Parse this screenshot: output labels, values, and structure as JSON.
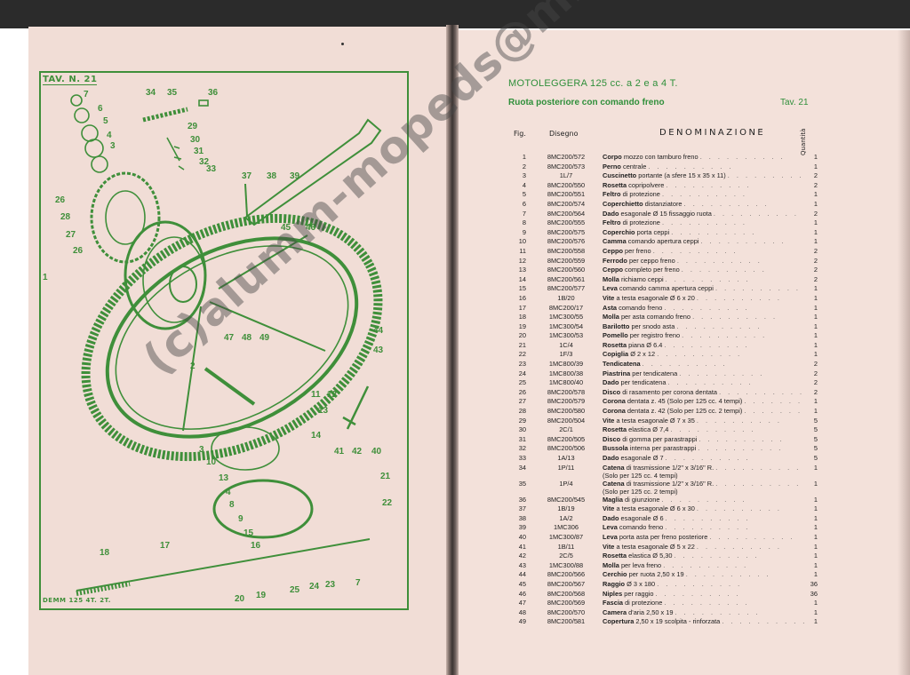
{
  "left_page": {
    "tav_label": "TAV. N. 21",
    "bottom_label": "DEMM 125 4T. 2T.",
    "callouts": [
      "7",
      "6",
      "5",
      "4",
      "3",
      "34",
      "35",
      "36",
      "29",
      "30",
      "31",
      "32",
      "33",
      "37",
      "38",
      "39",
      "26",
      "28",
      "27",
      "26",
      "1",
      "45",
      "46",
      "47",
      "48",
      "49",
      "44",
      "2",
      "43",
      "11",
      "12",
      "13",
      "14",
      "3",
      "10",
      "13",
      "41",
      "42",
      "40",
      "4",
      "8",
      "21",
      "9",
      "22",
      "15",
      "16",
      "18",
      "17",
      "20",
      "19",
      "25",
      "24",
      "23",
      "7"
    ]
  },
  "right_page": {
    "title": "MOTOLEGGERA 125 cc. a 2 e a 4 T.",
    "subtitle": "Ruota posteriore con comando freno",
    "tav": "Tav. 21",
    "headers": {
      "fig": "Fig.",
      "disegno": "Disegno",
      "denominazione": "DENOMINAZIONE",
      "quantita": "Quantità"
    },
    "rows": [
      {
        "fig": "1",
        "dis": "8MC200/572",
        "bold": "Corpo",
        "rest": "mozzo con tamburo freno",
        "qty": "1"
      },
      {
        "fig": "2",
        "dis": "8MC200/573",
        "bold": "Perno",
        "rest": "centrale",
        "qty": "1"
      },
      {
        "fig": "3",
        "dis": "1L/7",
        "bold": "Cuscinetto",
        "rest": "portante (a sfere 15 x 35 x 11)",
        "qty": "2"
      },
      {
        "fig": "4",
        "dis": "8MC200/550",
        "bold": "Rosetta",
        "rest": "copripolvere",
        "qty": "2"
      },
      {
        "fig": "5",
        "dis": "8MC200/551",
        "bold": "Feltro",
        "rest": "di protezione",
        "qty": "1"
      },
      {
        "fig": "6",
        "dis": "8MC200/574",
        "bold": "Coperchietto",
        "rest": "distanziatore",
        "qty": "1"
      },
      {
        "fig": "7",
        "dis": "8MC200/564",
        "bold": "Dado",
        "rest": "esagonale Ø 15 fissaggio ruota",
        "qty": "2"
      },
      {
        "fig": "8",
        "dis": "8MC200/555",
        "bold": "Feltro",
        "rest": "di protezione",
        "qty": "1"
      },
      {
        "fig": "9",
        "dis": "8MC200/575",
        "bold": "Coperchio",
        "rest": "porta ceppi",
        "qty": "1"
      },
      {
        "fig": "10",
        "dis": "8MC200/576",
        "bold": "Camma",
        "rest": "comando apertura ceppi",
        "qty": "1"
      },
      {
        "fig": "11",
        "dis": "8MC200/558",
        "bold": "Ceppo",
        "rest": "per freno",
        "qty": "2"
      },
      {
        "fig": "12",
        "dis": "8MC200/559",
        "bold": "Ferrodo",
        "rest": "per ceppo freno",
        "qty": "2"
      },
      {
        "fig": "13",
        "dis": "8MC200/560",
        "bold": "Ceppo",
        "rest": "completo per freno",
        "qty": "2"
      },
      {
        "fig": "14",
        "dis": "8MC200/561",
        "bold": "Molla",
        "rest": "richiamo ceppi",
        "qty": "2"
      },
      {
        "fig": "15",
        "dis": "8MC200/577",
        "bold": "Leva",
        "rest": "comando camma apertura ceppi",
        "qty": "1"
      },
      {
        "fig": "16",
        "dis": "1B/20",
        "bold": "Vite",
        "rest": "a testa esagonale Ø 6 x 20",
        "qty": "1"
      },
      {
        "fig": "17",
        "dis": "8MC200/17",
        "bold": "Asta",
        "rest": "comando freno",
        "qty": "1"
      },
      {
        "fig": "18",
        "dis": "1MC300/55",
        "bold": "Molla",
        "rest": "per asta comando freno",
        "qty": "1"
      },
      {
        "fig": "19",
        "dis": "1MC300/54",
        "bold": "Barilotto",
        "rest": "per snodo asta",
        "qty": "1"
      },
      {
        "fig": "20",
        "dis": "1MC300/53",
        "bold": "Pomello",
        "rest": "per registro freno",
        "qty": "1"
      },
      {
        "fig": "21",
        "dis": "1C/4",
        "bold": "Rosetta",
        "rest": "piana Ø 6.4",
        "qty": "1"
      },
      {
        "fig": "22",
        "dis": "1F/3",
        "bold": "Copiglia",
        "rest": "Ø 2 x 12",
        "qty": "1"
      },
      {
        "fig": "23",
        "dis": "1MC800/39",
        "bold": "Tendicatena",
        "rest": "",
        "qty": "2"
      },
      {
        "fig": "24",
        "dis": "1MC800/38",
        "bold": "Piastrina",
        "rest": "per tendicatena",
        "qty": "2"
      },
      {
        "fig": "25",
        "dis": "1MC800/40",
        "bold": "Dado",
        "rest": "per tendicatena",
        "qty": "2"
      },
      {
        "fig": "26",
        "dis": "8MC200/578",
        "bold": "Disco",
        "rest": "di rasamento per corona dentata",
        "qty": "2"
      },
      {
        "fig": "27",
        "dis": "8MC200/579",
        "bold": "Corona",
        "rest": "dentata z. 45 (Solo per 125 cc. 4 tempi)",
        "qty": "1"
      },
      {
        "fig": "28",
        "dis": "8MC200/580",
        "bold": "Corona",
        "rest": "dentata z. 42 (Solo per 125 cc. 2 tempi)",
        "qty": "1"
      },
      {
        "fig": "29",
        "dis": "8MC200/504",
        "bold": "Vite",
        "rest": "a testa esagonale Ø 7 x 35",
        "qty": "5"
      },
      {
        "fig": "30",
        "dis": "2C/1",
        "bold": "Rosetta",
        "rest": "elastica Ø 7,4",
        "qty": "5"
      },
      {
        "fig": "31",
        "dis": "8MC200/505",
        "bold": "Disco",
        "rest": "di gomma per parastrappi",
        "qty": "5"
      },
      {
        "fig": "32",
        "dis": "8MC200/506",
        "bold": "Bussola",
        "rest": "interna per parastrappi",
        "qty": "5"
      },
      {
        "fig": "33",
        "dis": "1A/13",
        "bold": "Dado",
        "rest": "esagonale Ø 7",
        "qty": "5"
      },
      {
        "fig": "34",
        "dis": "1P/11",
        "bold": "Catena",
        "rest": "di trasmissione 1/2\" x 3/16\" R.",
        "sub": "(Solo per 125 cc. 4 tempi)",
        "qty": "1"
      },
      {
        "fig": "35",
        "dis": "1P/4",
        "bold": "Catena",
        "rest": "di trasmissione 1/2\" x 3/16\" R.",
        "sub": "(Solo per 125 cc. 2 tempi)",
        "qty": "1"
      },
      {
        "fig": "36",
        "dis": "8MC200/545",
        "bold": "Maglia",
        "rest": "di giunzione",
        "qty": "1"
      },
      {
        "fig": "37",
        "dis": "1B/19",
        "bold": "Vite",
        "rest": "a testa esagonale Ø 6 x 30",
        "qty": "1"
      },
      {
        "fig": "38",
        "dis": "1A/2",
        "bold": "Dado",
        "rest": "esagonale Ø 6",
        "qty": "1"
      },
      {
        "fig": "39",
        "dis": "1MC306",
        "bold": "Leva",
        "rest": "comando freno",
        "qty": "1"
      },
      {
        "fig": "40",
        "dis": "1MC300/87",
        "bold": "Leva",
        "rest": "porta asta per freno posteriore",
        "qty": "1"
      },
      {
        "fig": "41",
        "dis": "1B/11",
        "bold": "Vite",
        "rest": "a testa esagonale Ø 5 x 22",
        "qty": "1"
      },
      {
        "fig": "42",
        "dis": "2C/5",
        "bold": "Rosetta",
        "rest": "elastica Ø 5,30",
        "qty": "1"
      },
      {
        "fig": "43",
        "dis": "1MC300/88",
        "bold": "Molla",
        "rest": "per leva freno",
        "qty": "1"
      },
      {
        "fig": "44",
        "dis": "8MC200/566",
        "bold": "Cerchio",
        "rest": "per ruota 2,50 x 19",
        "qty": "1"
      },
      {
        "fig": "45",
        "dis": "8MC200/567",
        "bold": "Raggio",
        "rest": "Ø 3 x 180",
        "qty": "36"
      },
      {
        "fig": "46",
        "dis": "8MC200/568",
        "bold": "Niples",
        "rest": "per raggio",
        "qty": "36"
      },
      {
        "fig": "47",
        "dis": "8MC200/569",
        "bold": "Fascia",
        "rest": "di protezione",
        "qty": "1"
      },
      {
        "fig": "48",
        "dis": "8MC200/570",
        "bold": "Camera",
        "rest": "d'aria 2,50 x 19",
        "qty": "1"
      },
      {
        "fig": "49",
        "dis": "8MC200/581",
        "bold": "Copertura",
        "rest": "2,50 x 19 scolpita - rinforzata",
        "qty": "1"
      }
    ]
  },
  "watermark": "(c)alumm-mopeds@mirror.de",
  "colors": {
    "green": "#3f8f3a",
    "paper": "#f2dfd8"
  }
}
